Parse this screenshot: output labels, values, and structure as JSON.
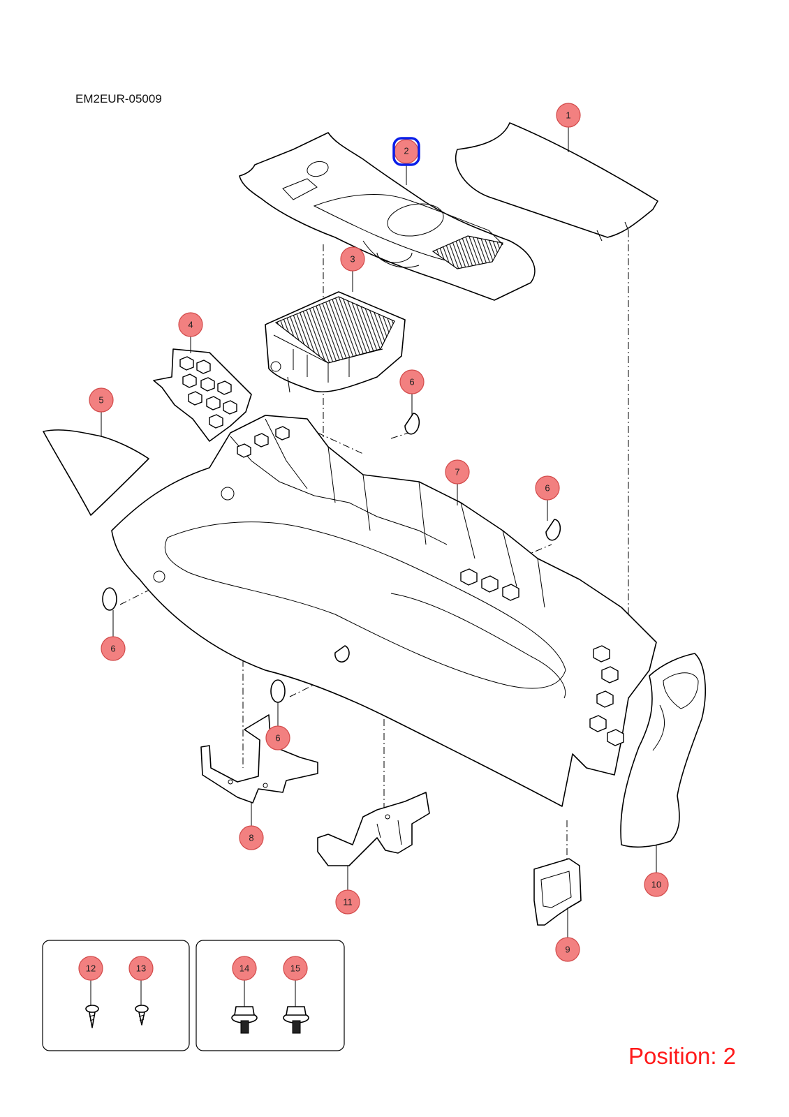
{
  "document_code": "EM2EUR-05009",
  "position_label": "Position: 2",
  "selected_callout": "2",
  "colors": {
    "callout_fill": "#f28080",
    "selected_outline": "#0a1ee8",
    "position_text": "#ff1a1a"
  },
  "callouts": {
    "c1": "1",
    "c2": "2",
    "c3": "3",
    "c4": "4",
    "c5": "5",
    "c6a": "6",
    "c6b": "6",
    "c6c": "6",
    "c6d": "6",
    "c7": "7",
    "c8": "8",
    "c9": "9",
    "c10": "10",
    "c11": "11",
    "c12": "12",
    "c13": "13",
    "c14": "14",
    "c15": "15"
  }
}
